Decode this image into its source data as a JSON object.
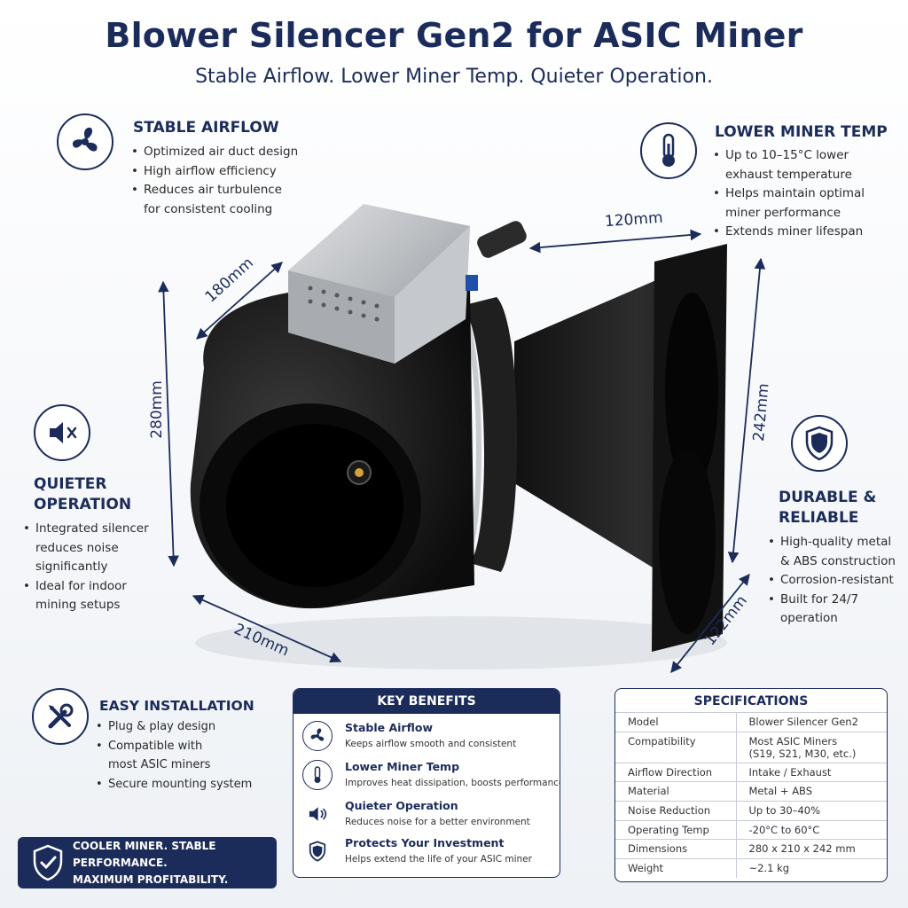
{
  "header": {
    "title": "Blower Silencer Gen2 for ASIC Miner",
    "subtitle": "Stable Airflow. Lower Miner Temp. Quieter Operation."
  },
  "features": {
    "stable_airflow": {
      "icon": "fan-icon",
      "title": "STABLE AIRFLOW",
      "bullets": [
        "Optimized air duct design",
        "High airflow efficiency",
        "Reduces air turbulence",
        "for consistent cooling"
      ]
    },
    "lower_temp": {
      "icon": "thermometer-icon",
      "title": "LOWER MINER TEMP",
      "bullets": [
        "Up to 10–15°C lower",
        "exhaust temperature",
        "Helps maintain optimal",
        "miner performance",
        "Extends miner lifespan"
      ]
    },
    "quieter": {
      "icon": "speaker-mute-icon",
      "title_line1": "QUIETER",
      "title_line2": "OPERATION",
      "bullets": [
        "Integrated silencer",
        "reduces noise",
        "significantly",
        "Ideal for indoor",
        "mining setups"
      ]
    },
    "durable": {
      "icon": "shield-icon",
      "title_line1": "DURABLE &",
      "title_line2": "RELIABLE",
      "bullets": [
        "High-quality metal",
        "& ABS construction",
        "Corrosion-resistant",
        "Built for 24/7",
        "operation"
      ]
    },
    "easy_install": {
      "icon": "wrench-screwdriver-icon",
      "title": "EASY INSTALLATION",
      "bullets": [
        "Plug & play design",
        "Compatible with",
        "most ASIC miners",
        "Secure mounting system"
      ]
    }
  },
  "dimensions": {
    "d180": "180mm",
    "d120": "120mm",
    "d280": "280mm",
    "d242": "242mm",
    "d210": "210mm",
    "d122": "122mm"
  },
  "key_benefits": {
    "heading": "KEY BENEFITS",
    "items": [
      {
        "icon": "fan-icon",
        "title": "Stable Airflow",
        "desc": "Keeps airflow smooth and consistent"
      },
      {
        "icon": "thermometer-icon",
        "title": "Lower Miner Temp",
        "desc": "Improves heat dissipation, boosts performance"
      },
      {
        "icon": "speaker-mute-icon",
        "title": "Quieter Operation",
        "desc": "Reduces noise for a better environment"
      },
      {
        "icon": "shield-icon",
        "title": "Protects Your Investment",
        "desc": "Helps extend the life of your ASIC miner"
      }
    ]
  },
  "specifications": {
    "heading": "SPECIFICATIONS",
    "rows": [
      {
        "k": "Model",
        "v": "Blower Silencer Gen2"
      },
      {
        "k": "Compatibility",
        "v": "Most ASIC Miners",
        "v2": "(S19, S21, M30, etc.)"
      },
      {
        "k": "Airflow Direction",
        "v": "Intake / Exhaust"
      },
      {
        "k": "Material",
        "v": "Metal + ABS"
      },
      {
        "k": "Noise Reduction",
        "v": "Up to 30–40%"
      },
      {
        "k": "Operating Temp",
        "v": "-20°C to 60°C"
      },
      {
        "k": "Dimensions",
        "v": "280 x 210 x 242 mm"
      },
      {
        "k": "Weight",
        "v": "~2.1 kg"
      }
    ]
  },
  "banner": {
    "icon": "shield-check-icon",
    "line1": "COOLER MINER. STABLE PERFORMANCE.",
    "line2": "MAXIMUM PROFITABILITY."
  },
  "colors": {
    "navy": "#1c2c5a",
    "product": "#1b1b1b",
    "metal": "#b9bcc0"
  }
}
